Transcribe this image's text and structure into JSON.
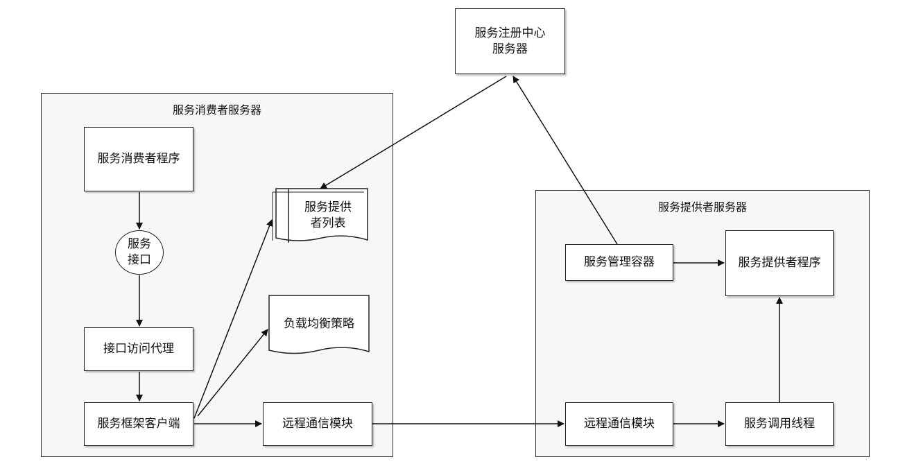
{
  "registry": {
    "label": "服务注册中心\n服务器"
  },
  "consumer_server": {
    "title": "服务消费者服务器",
    "consumer_program": "服务消费者程序",
    "service_interface": "服务\n接口",
    "interface_proxy": "接口访问代理",
    "framework_client": "服务框架客户端",
    "remote_comm": "远程通信模块",
    "provider_list": "服务提供\n者列表",
    "load_balance": "负载均衡策略"
  },
  "provider_server": {
    "title": "服务提供者服务器",
    "management_container": "服务管理容器",
    "provider_program": "服务提供者程序",
    "remote_comm": "远程通信模块",
    "invoke_thread": "服务调用线程"
  }
}
